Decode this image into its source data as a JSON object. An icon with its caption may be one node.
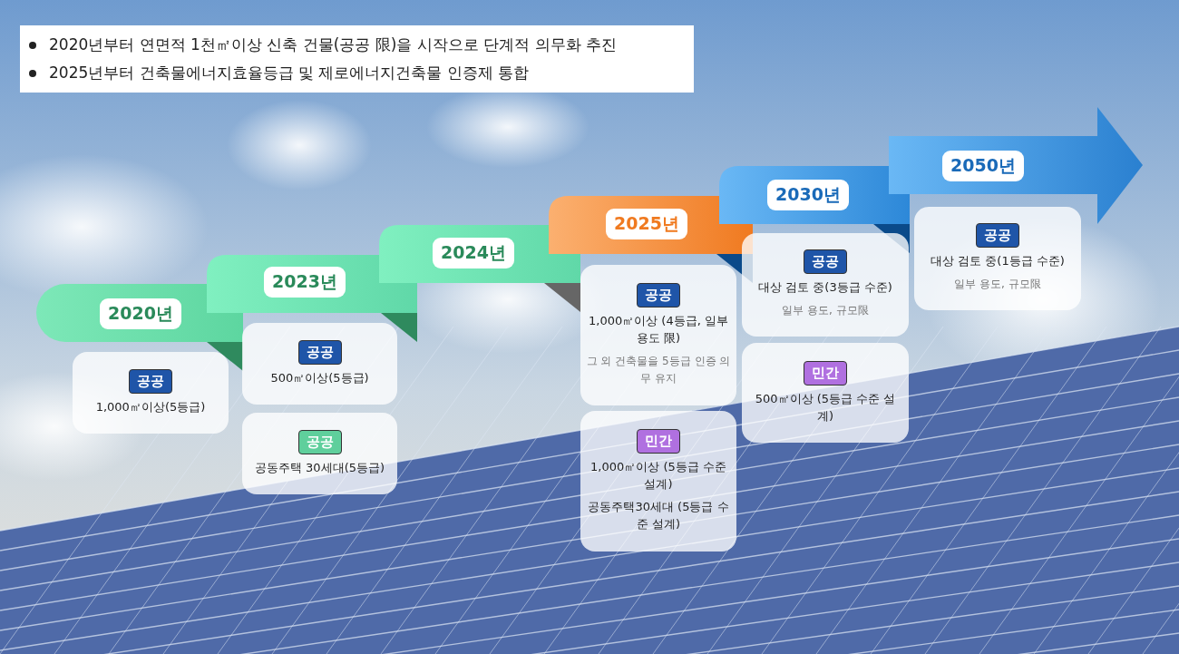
{
  "diagram": {
    "nodes": [
      {
        "text": [
          "2020년"
        ]
      },
      {
        "text": [
          "1,000㎡이상(5등급)"
        ]
      },
      {
        "text": [
          "공공"
        ],
        "in": 1
      },
      {
        "text": [
          "2023년"
        ]
      },
      {
        "text": [
          "500㎡이상(5등급)"
        ]
      },
      {
        "text": [
          "공공"
        ],
        "in": 4
      },
      {
        "text": [
          "공동주택 30세대(5등급)"
        ]
      },
      {
        "text": [
          "공공"
        ],
        "in": 6
      },
      {
        "text": [
          "2024년"
        ]
      },
      {
        "text": [
          "2025년"
        ]
      },
      {
        "text": [
          "1,000㎡이상 (4등급, 일부용도 限)",
          "그 외 건축물을 5등급 인증 의무 유지"
        ]
      },
      {
        "text": [
          "공공"
        ],
        "in": 10
      },
      {
        "text": [
          "1,000㎡이상 (5등급 수준 설계)",
          "공동주택30세대 (5등급 수준 설계)"
        ]
      },
      {
        "text": [
          "민간"
        ],
        "in": 12
      },
      {
        "text": [
          "2030년"
        ]
      },
      {
        "text": [
          "대상 검토 중(3등급 수준)",
          "일부 용도, 규모限"
        ]
      },
      {
        "text": [
          "공공"
        ],
        "in": 15
      },
      {
        "text": [
          "500㎡이상 (5등급 수준 설계)"
        ]
      },
      {
        "text": [
          "민간"
        ],
        "in": 17
      },
      {
        "text": [
          "2050년"
        ]
      },
      {
        "text": [
          "대상 검토 중(1등급 수준)",
          "일부 용도, 규모限"
        ]
      },
      {
        "text": [
          "공공"
        ],
        "in": 20
      }
    ],
    "edges": [],
    "labels": [
      "2020년부터 연면적 1천㎡이상 신축 건물(공공 限)을 시작으로 단계적 의무화 추진",
      "2025년부터 건축물에너지효율등급 및 제로에너지건축물 인증제 통합"
    ]
  }
}
